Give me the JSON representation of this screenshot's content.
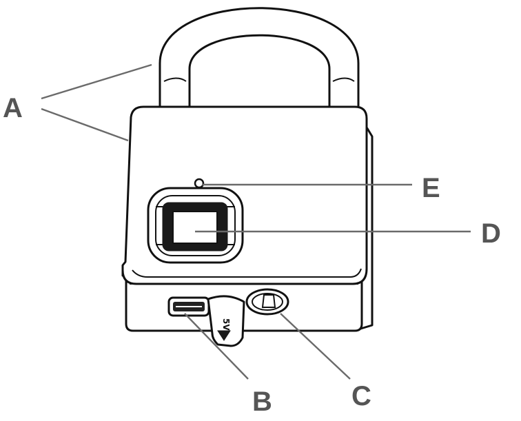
{
  "callouts": {
    "a": "A",
    "b": "B",
    "c": "C",
    "d": "D",
    "e": "E"
  },
  "port_marking": "5V",
  "colors": {
    "line": "#111111",
    "leader": "#6a6a6a",
    "label": "#555555",
    "background": "#ffffff"
  }
}
